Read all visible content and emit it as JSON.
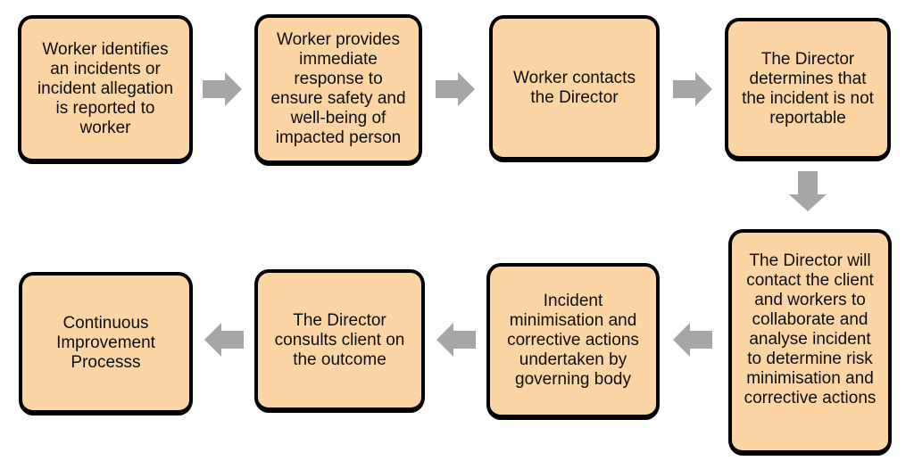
{
  "diagram": {
    "colors": {
      "background": "#ffffff",
      "box_fill": "#fbd6a4",
      "box_border": "#000000",
      "box_text": "#0d0d0d",
      "arrow_fill": "#a6a6a6"
    },
    "steps": [
      {
        "id": "step-1",
        "text": "Worker identifies\nan incidents or\nincident allegation\nis reported to\nworker"
      },
      {
        "id": "step-2",
        "text": "Worker provides\nimmediate\nresponse to\nensure safety and\nwell-being of\nimpacted person"
      },
      {
        "id": "step-3",
        "text": "Worker contacts\nthe Director"
      },
      {
        "id": "step-4",
        "text": "The Director\ndetermines that\nthe incident is not\nreportable"
      },
      {
        "id": "step-5",
        "text": "The Director will\ncontact the client\nand workers to\ncollaborate and\nanalyse incident\nto determine risk\nminimisation and\ncorrective actions"
      },
      {
        "id": "step-6",
        "text": "Incident\nminimisation and\ncorrective actions\nundertaken by\ngoverning body"
      },
      {
        "id": "step-7",
        "text": "The Director\nconsults client on\nthe outcome"
      },
      {
        "id": "step-8",
        "text": "Continuous\nImprovement\nProcesss"
      }
    ],
    "connectors": [
      {
        "from": "step-1",
        "to": "step-2",
        "direction": "right"
      },
      {
        "from": "step-2",
        "to": "step-3",
        "direction": "right"
      },
      {
        "from": "step-3",
        "to": "step-4",
        "direction": "right"
      },
      {
        "from": "step-4",
        "to": "step-5",
        "direction": "down"
      },
      {
        "from": "step-5",
        "to": "step-6",
        "direction": "left"
      },
      {
        "from": "step-6",
        "to": "step-7",
        "direction": "left"
      },
      {
        "from": "step-7",
        "to": "step-8",
        "direction": "left"
      }
    ]
  }
}
